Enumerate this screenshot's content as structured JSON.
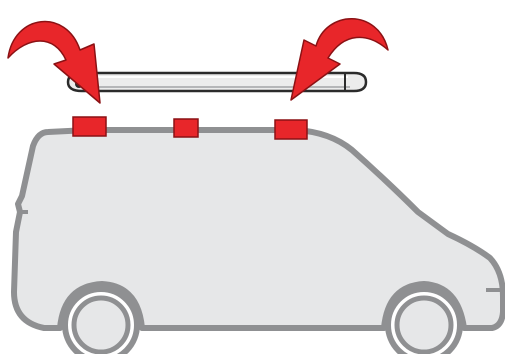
{
  "diagram": {
    "subject": "van-roof-awning-mounting",
    "parts": {
      "van": {
        "icon": "van-icon"
      },
      "awning": {
        "icon": "awning-cassette-icon"
      },
      "brackets": {
        "icon": "mounting-bracket-icon",
        "count": 3
      },
      "arrows": {
        "icon": "curved-arrow-icon",
        "count": 2
      }
    }
  },
  "colors": {
    "accent": "#e8262a",
    "accent_dark": "#8b1114",
    "outline": "#8f9092",
    "van_fill": "#e6e7e8",
    "awning_fill": "#ececec",
    "awning_outline": "#2b2b2b",
    "background": "#ffffff"
  }
}
